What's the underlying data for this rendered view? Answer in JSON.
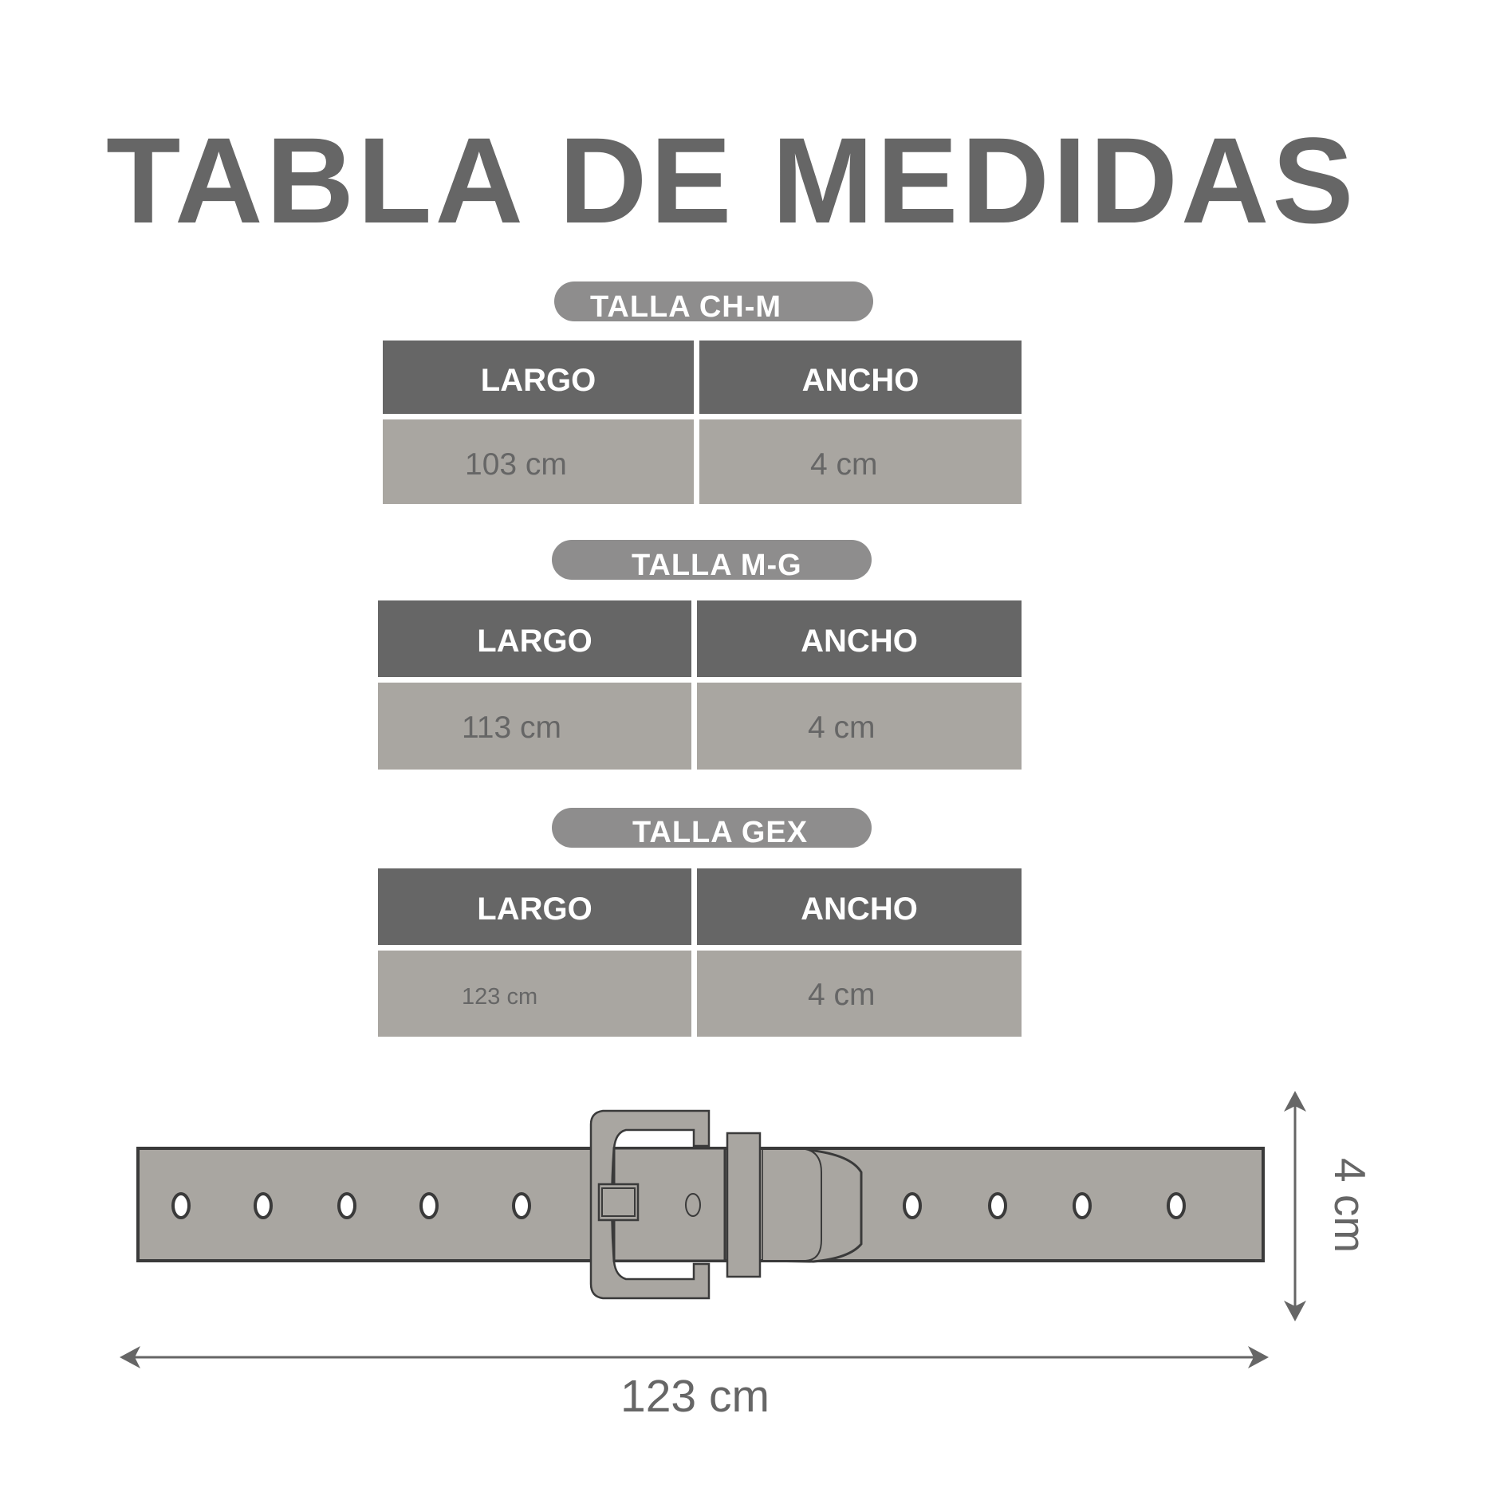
{
  "title": "TABLA DE MEDIDAS",
  "colors": {
    "title": "#666666",
    "pill": "#8e8d8d",
    "header_bg": "#666666",
    "data_bg": "#a9a6a1",
    "belt_fill": "#a9a6a1",
    "belt_stroke": "#3a3a3a",
    "arrow": "#666666"
  },
  "tables": [
    {
      "size_label": "TALLA CH-M",
      "headers": [
        "LARGO",
        "ANCHO"
      ],
      "values": [
        "103 cm",
        "4 cm"
      ]
    },
    {
      "size_label": "TALLA M-G",
      "headers": [
        "LARGO",
        "ANCHO"
      ],
      "values": [
        "113 cm",
        "4 cm"
      ]
    },
    {
      "size_label": "TALLA GEX",
      "headers": [
        "LARGO",
        "ANCHO"
      ],
      "values": [
        "123 cm",
        "4 cm"
      ]
    }
  ],
  "diagram": {
    "length_label": "123 cm",
    "width_label": "4 cm",
    "hole_count_left": 5,
    "hole_count_right": 4
  }
}
